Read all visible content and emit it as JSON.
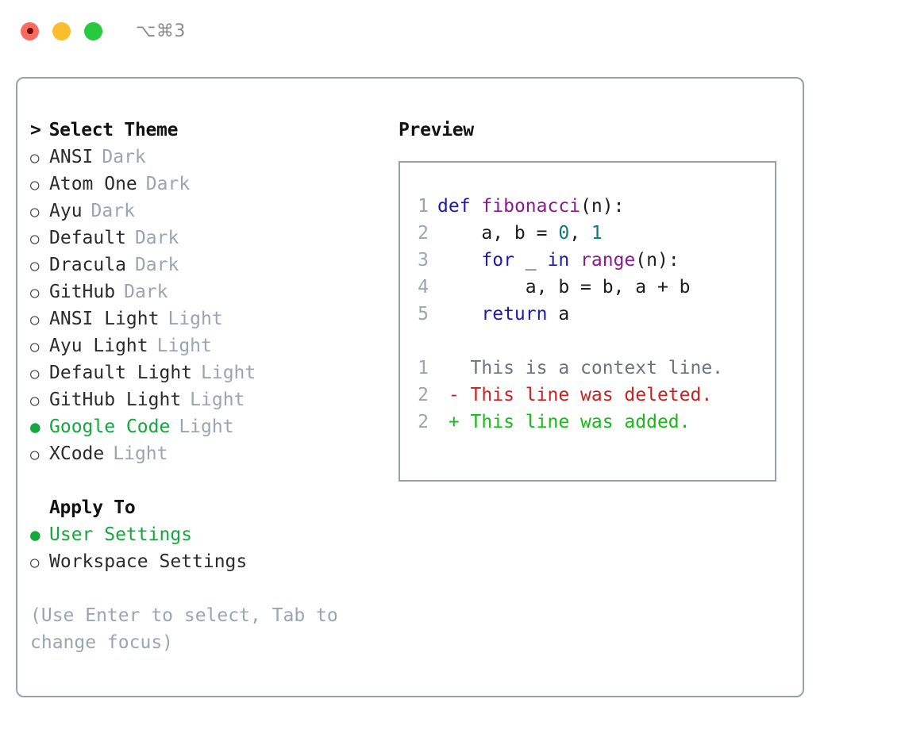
{
  "titlebar": {
    "traffic_lights": [
      {
        "name": "close-button",
        "color": "#fb6a62"
      },
      {
        "name": "minimize-button",
        "color": "#fbbd2e"
      },
      {
        "name": "maximize-button",
        "color": "#28c93f"
      }
    ],
    "shortcut_label": "⌥⌘3"
  },
  "theme_panel": {
    "caret": ">",
    "header": "Select Theme",
    "bullet_empty": "○",
    "bullet_filled": "●",
    "selected_color": "#12a83e",
    "kind_color": "#9aa5b1",
    "items": [
      {
        "name": "ANSI",
        "kind": "Dark",
        "selected": false
      },
      {
        "name": "Atom One",
        "kind": "Dark",
        "selected": false
      },
      {
        "name": "Ayu",
        "kind": "Dark",
        "selected": false
      },
      {
        "name": "Default",
        "kind": "Dark",
        "selected": false
      },
      {
        "name": "Dracula",
        "kind": "Dark",
        "selected": false
      },
      {
        "name": "GitHub",
        "kind": "Dark",
        "selected": false
      },
      {
        "name": "ANSI Light",
        "kind": "Light",
        "selected": false
      },
      {
        "name": "Ayu Light",
        "kind": "Light",
        "selected": false
      },
      {
        "name": "Default Light",
        "kind": "Light",
        "selected": false
      },
      {
        "name": "GitHub Light",
        "kind": "Light",
        "selected": false
      },
      {
        "name": "Google Code",
        "kind": "Light",
        "selected": true
      },
      {
        "name": "XCode",
        "kind": "Light",
        "selected": false
      }
    ]
  },
  "apply_to": {
    "header": "Apply To",
    "options": [
      {
        "label": "User Settings",
        "selected": true
      },
      {
        "label": "Workspace Settings",
        "selected": false
      }
    ]
  },
  "hint": "(Use Enter to select, Tab to change focus)",
  "preview": {
    "header": "Preview",
    "border_color": "#96a1b0",
    "lineno_color": "#9aa5b1",
    "code_lines": [
      {
        "lineno": "1",
        "tokens": [
          {
            "t": "def",
            "c": "kw"
          },
          {
            "t": " ",
            "c": "txt"
          },
          {
            "t": "fibonacci",
            "c": "fn"
          },
          {
            "t": "(n):",
            "c": "txt"
          }
        ]
      },
      {
        "lineno": "2",
        "tokens": [
          {
            "t": "    a, b = ",
            "c": "txt"
          },
          {
            "t": "0",
            "c": "num"
          },
          {
            "t": ", ",
            "c": "txt"
          },
          {
            "t": "1",
            "c": "num"
          }
        ]
      },
      {
        "lineno": "3",
        "tokens": [
          {
            "t": "    ",
            "c": "txt"
          },
          {
            "t": "for",
            "c": "kw"
          },
          {
            "t": " _ ",
            "c": "txt"
          },
          {
            "t": "in",
            "c": "kw"
          },
          {
            "t": " ",
            "c": "txt"
          },
          {
            "t": "range",
            "c": "fn"
          },
          {
            "t": "(n):",
            "c": "txt"
          }
        ]
      },
      {
        "lineno": "4",
        "tokens": [
          {
            "t": "        a, b = b, a + b",
            "c": "txt"
          }
        ]
      },
      {
        "lineno": "5",
        "tokens": [
          {
            "t": "    ",
            "c": "txt"
          },
          {
            "t": "return",
            "c": "kw"
          },
          {
            "t": " a",
            "c": "txt"
          }
        ]
      }
    ],
    "diff_lines": [
      {
        "lineno": "1",
        "marker": " ",
        "text": "This is a context line.",
        "kind": "ctx"
      },
      {
        "lineno": "2",
        "marker": "-",
        "text": "This line was deleted.",
        "kind": "del"
      },
      {
        "lineno": "2",
        "marker": "+",
        "text": "This line was added.",
        "kind": "add"
      }
    ]
  }
}
